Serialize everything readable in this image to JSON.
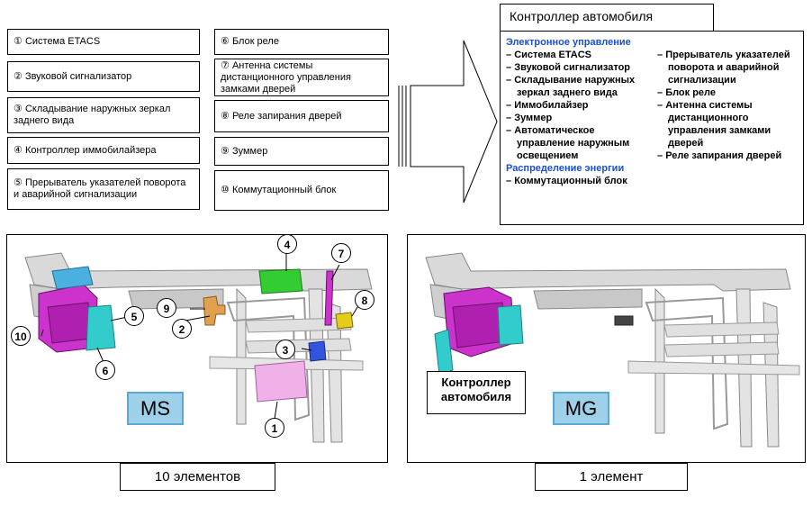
{
  "legend": {
    "left": [
      {
        "num": "①",
        "text": "Система ETACS"
      },
      {
        "num": "②",
        "text": "Звуковой сигнализатор"
      },
      {
        "num": "③",
        "text": "Складывание наружных зеркал заднего вида"
      },
      {
        "num": "④",
        "text": "Контроллер иммобилайзера"
      },
      {
        "num": "⑤",
        "text": "Прерыватель указателей поворота и аварийной сигнализации"
      }
    ],
    "right": [
      {
        "num": "⑥",
        "text": "Блок реле"
      },
      {
        "num": "⑦",
        "text": "Антенна системы дистанционного управления замками дверей"
      },
      {
        "num": "⑧",
        "text": "Реле запирания дверей"
      },
      {
        "num": "⑨",
        "text": "Зуммер"
      },
      {
        "num": "⑩",
        "text": "Коммутационный блок"
      }
    ]
  },
  "controller": {
    "title": "Контроллер автомобиля",
    "section1": "Электронное управление",
    "col1": [
      "Система ETACS",
      "Звуковой сигнализатор",
      "Складывание наружных зеркал заднего вида",
      "Иммобилайзер",
      "Зуммер",
      "Автоматическое управление наружным освещением"
    ],
    "section2": "Распределение энергии",
    "col1_after": [
      "Коммутационный блок"
    ],
    "col2": [
      "Прерыватель указателей поворота и аварийной сигнализации",
      "Блок реле",
      "Антенна системы дистанционного управления замками дверей",
      "Реле запирания дверей"
    ]
  },
  "left_panel": {
    "badge": "MS",
    "caption": "10 элементов",
    "callouts": [
      "1",
      "2",
      "3",
      "4",
      "5",
      "6",
      "7",
      "8",
      "9",
      "10"
    ]
  },
  "right_panel": {
    "badge": "MG",
    "label": "Контроллер автомобиля",
    "caption": "1 элемент"
  },
  "colors": {
    "magenta": "#cc33cc",
    "cyan": "#33cccc",
    "green": "#33cc33",
    "pink": "#f0b0e8",
    "blue_accent": "#1a4fd0",
    "badge": "#9fd0ea"
  }
}
